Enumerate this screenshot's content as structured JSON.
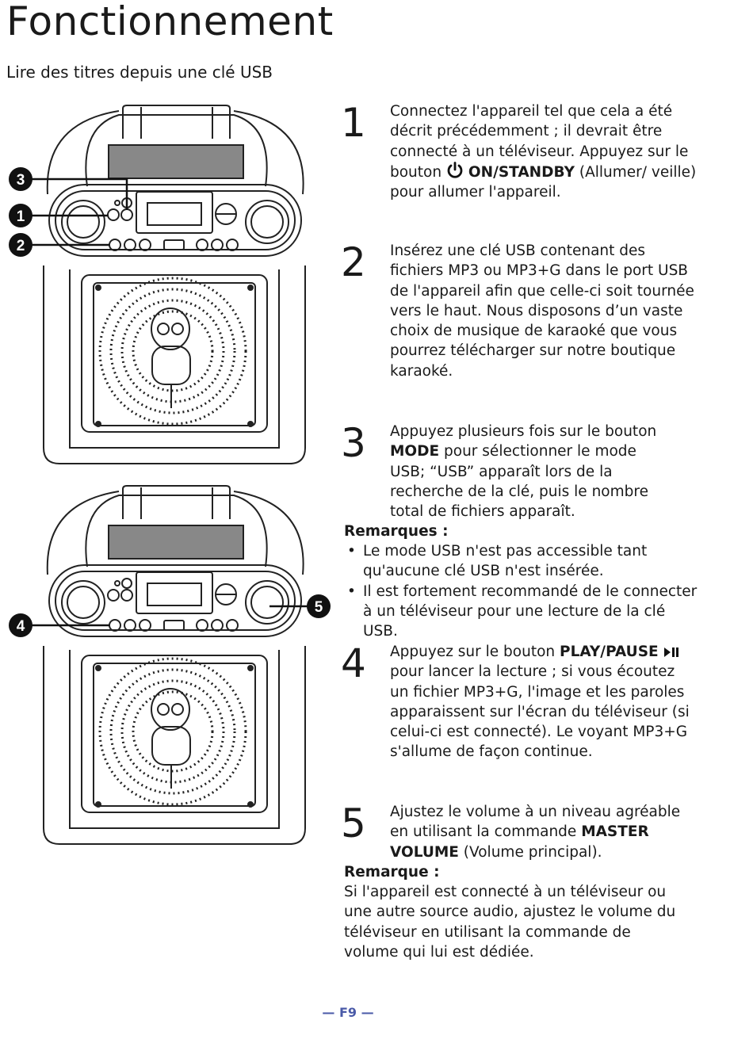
{
  "page": {
    "title": "Fonctionnement",
    "subtitle": "Lire des titres depuis une clé USB",
    "page_number": "— F9 —"
  },
  "figures": {
    "top_callouts": [
      "3",
      "1",
      "2"
    ],
    "bottom_callouts": [
      "4",
      "5"
    ]
  },
  "steps": [
    {
      "number": "1",
      "a": "Connectez l'appareil tel que cela a été décrit précédemment ; il devrait être connecté à un téléviseur. Appuyez sur le bouton ",
      "bold": "ON/STANDBY",
      "b": " (Allumer/ veille) pour allumer l'appareil.",
      "icon": "power-icon"
    },
    {
      "number": "2",
      "text": "Insérez une clé USB contenant des fichiers MP3 ou MP3+G dans le port USB de l'appareil afin que celle-ci soit tournée vers le haut. Nous disposons d’un vaste choix de musique de karaoké que vous pourrez télécharger sur notre boutique karaoké."
    },
    {
      "number": "3",
      "a": "Appuyez plusieurs fois sur le bouton ",
      "bold": "MODE",
      "b": " pour sélectionner le mode USB; “USB” apparaît lors de la recherche de la clé, puis le nombre total de fichiers apparaît."
    },
    {
      "number": "4",
      "a": "Appuyez sur le bouton ",
      "bold": "PLAY/PAUSE",
      "b": " pour lancer la lecture ; si vous écoutez un fichier MP3+G, l'image et les paroles apparaissent sur l'écran du téléviseur (si celui-ci est connecté). Le voyant MP3+G s'allume de façon continue.",
      "icon": "play-pause-icon"
    },
    {
      "number": "5",
      "a": "Ajustez le volume à un niveau agréable en utilisant la commande ",
      "bold": "MASTER VOLUME",
      "b": " (Volume principal)."
    }
  ],
  "notes_step3": {
    "title": "Remarques :",
    "items": [
      "Le mode USB n'est pas accessible tant qu'aucune clé USB n'est insérée.",
      "Il est fortement recommandé de le connecter à un téléviseur pour une lecture de la clé USB."
    ]
  },
  "note_step5": {
    "title": "Remarque :",
    "text": "Si l'appareil est connecté à un téléviseur ou une autre source audio, ajustez le volume du téléviseur en utilisant la commande de volume qui lui est dédiée."
  }
}
